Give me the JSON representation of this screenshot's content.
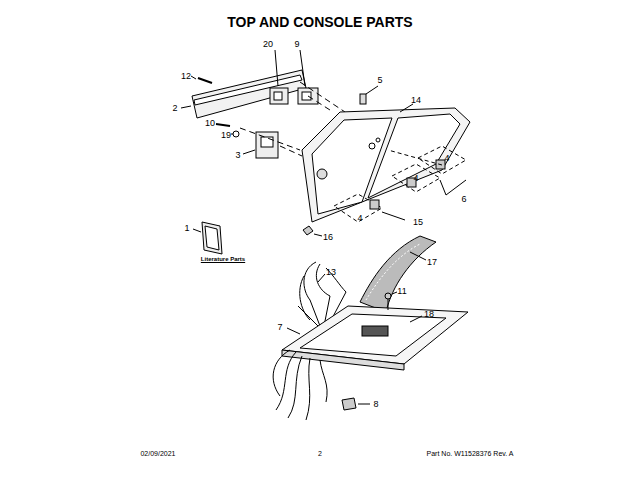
{
  "diagram": {
    "title": "TOP AND CONSOLE PARTS",
    "labels": [
      "12",
      "20",
      "9",
      "5",
      "2",
      "14",
      "10",
      "19",
      "3",
      "4",
      "4",
      "4",
      "6",
      "1",
      "15",
      "16",
      "Literature Parts",
      "17",
      "13",
      "11",
      "7",
      "18",
      "8",
      "02/09/2021",
      "2",
      "Part No. W11528376 Rev. A"
    ]
  }
}
